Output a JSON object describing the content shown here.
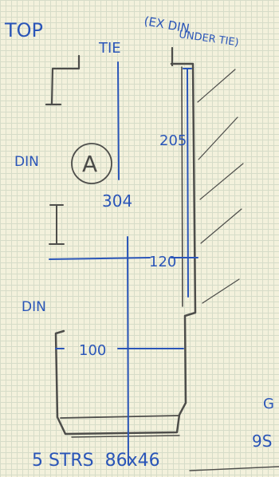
{
  "sketch": {
    "view_label": "TOP",
    "tie_label": "TIE",
    "note_line1": "(EX DIN",
    "note_line2": "UNDER TIE)",
    "din_label": "DIN",
    "dim_205": "205",
    "dim_304": "304",
    "dim_120": "120",
    "dim_100": "100",
    "section_label": "A",
    "footer_text": "5 STRS  86x46",
    "cutoff_text_1": "G",
    "cutoff_text_2": "9S"
  }
}
